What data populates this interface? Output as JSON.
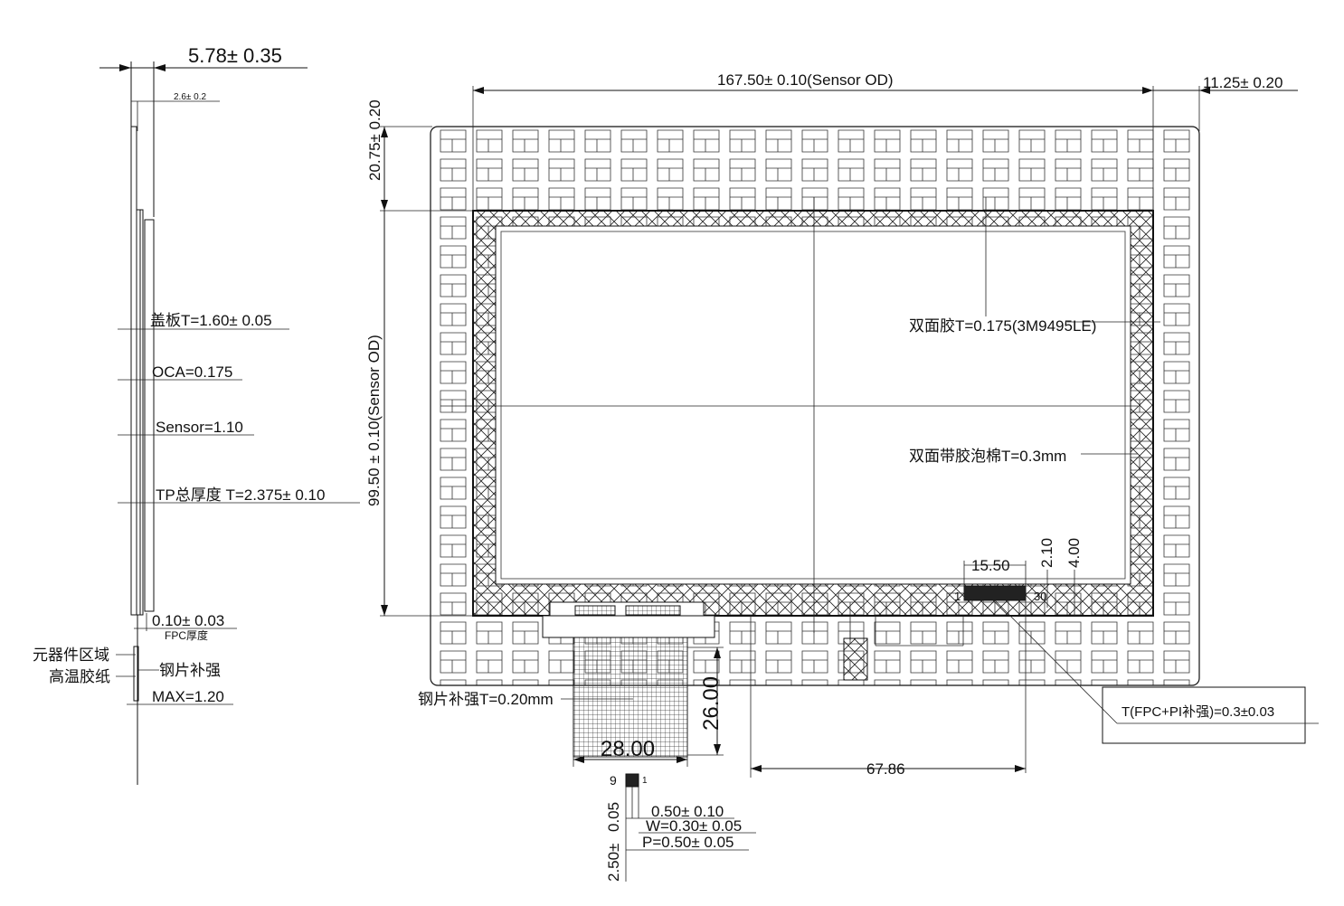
{
  "side_view": {
    "total_width": "5.78± 0.35",
    "offset": "2.6± 0.2",
    "cover": "盖板T=1.60±  0.05",
    "oca": "OCA=0.175",
    "sensor": "Sensor=1.10",
    "tp_total": "TP总厚度      T=2.375± 0.10",
    "fpc_thickness": "0.10±  0.03",
    "fpc_label": "FPC厚度",
    "component_area": "元器件区域",
    "high_temp_tape": "高温胶纸",
    "steel_stiffener": "钢片补强",
    "max_height": "MAX=1.20"
  },
  "top_view": {
    "width_dim": "167.50± 0.10(Sensor OD)",
    "right_offset": "11.25±  0.20",
    "top_offset": "20.75±  0.20",
    "height_dim": "99.50 ± 0.10(Sensor OD)",
    "double_tape": "双面胶T=0.175(3M9495LE)",
    "foam_tape": "双面带胶泡棉T=0.3mm",
    "dim_1550": "15.50",
    "dim_210": "2.10",
    "dim_400": "4.00",
    "pin_1": "1",
    "pin_30": "30",
    "steel_plate": "钢片补强T=0.20mm",
    "fpc_height": "26.00",
    "fpc_width": "28.00",
    "fpc_position": "67.86",
    "fpc_pi": "T(FPC+PI补强)=0.3±0.03"
  },
  "fpc_detail": {
    "pin_9": "9",
    "pin_1": "1",
    "tol_005": "0.05",
    "tol_250": "2.50±",
    "pad_len": "0.50±  0.10",
    "pad_width": "W=0.30±  0.05",
    "pitch": "P=0.50±  0.05"
  }
}
